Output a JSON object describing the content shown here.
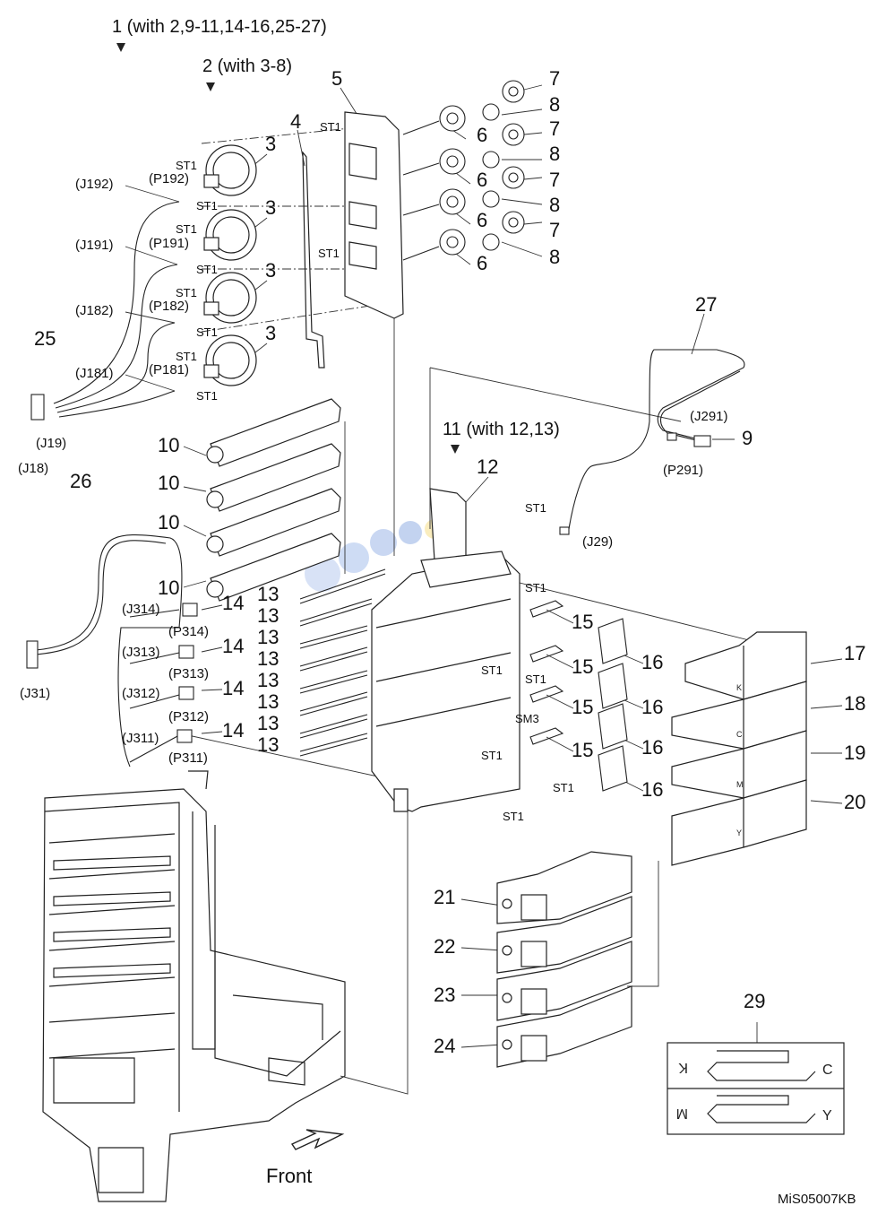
{
  "headings": {
    "assembly_1": "1 (with 2,9-11,14-16,25-27)",
    "assembly_2": "2 (with 3-8)",
    "assembly_11": "11 (with 12,13)"
  },
  "footer": {
    "front_label": "Front",
    "figure_code": "MiS05007KB"
  },
  "part_numbers": {
    "p3": "3",
    "p4": "4",
    "p5": "5",
    "p6": "6",
    "p7": "7",
    "p8": "8",
    "p9": "9",
    "p10": "10",
    "p12": "12",
    "p13": "13",
    "p14": "14",
    "p15": "15",
    "p16": "16",
    "p17": "17",
    "p18": "18",
    "p19": "19",
    "p20": "20",
    "p21": "21",
    "p22": "22",
    "p23": "23",
    "p24": "24",
    "p25": "25",
    "p26": "26",
    "p27": "27",
    "p29": "29"
  },
  "connectors": {
    "j192": "(J192)",
    "j191": "(J191)",
    "j182": "(J182)",
    "j181": "(J181)",
    "p192": "(P192)",
    "p191": "(P191)",
    "p182": "(P182)",
    "p181": "(P181)",
    "j19": "(J19)",
    "j18": "(J18)",
    "j291": "(J291)",
    "p291": "(P291)",
    "j29": "(J29)",
    "j314": "(J314)",
    "j313": "(J313)",
    "j312": "(J312)",
    "j311": "(J311)",
    "p314": "(P314)",
    "p313": "(P313)",
    "p312": "(P312)",
    "p311": "(P311)",
    "j31": "(J31)"
  },
  "screws": {
    "st1": "ST1",
    "sm3": "SM3"
  },
  "color_letters": {
    "k": "K",
    "c": "C",
    "m": "M",
    "y": "Y"
  },
  "colors": {
    "line": "#222222",
    "light": "#888888",
    "watermark_blue": "#9db8e8",
    "watermark_pink": "#f2b8b8",
    "watermark_yellow": "#f7e08a"
  }
}
